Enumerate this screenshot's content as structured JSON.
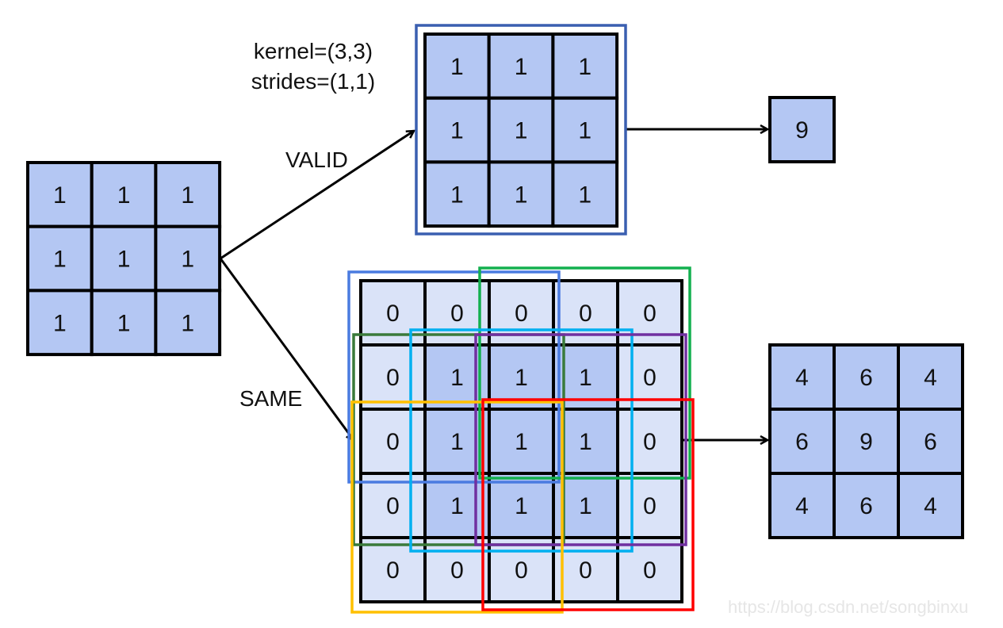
{
  "labels": {
    "kernel": "kernel=(3,3)",
    "strides": "strides=(1,1)",
    "valid": "VALID",
    "same": "SAME"
  },
  "input_matrix": [
    [
      1,
      1,
      1
    ],
    [
      1,
      1,
      1
    ],
    [
      1,
      1,
      1
    ]
  ],
  "kernel_matrix": [
    [
      1,
      1,
      1
    ],
    [
      1,
      1,
      1
    ],
    [
      1,
      1,
      1
    ]
  ],
  "valid_output": [
    [
      9
    ]
  ],
  "padded_matrix": [
    [
      0,
      0,
      0,
      0,
      0
    ],
    [
      0,
      1,
      1,
      1,
      0
    ],
    [
      0,
      1,
      1,
      1,
      0
    ],
    [
      0,
      1,
      1,
      1,
      0
    ],
    [
      0,
      0,
      0,
      0,
      0
    ]
  ],
  "same_output": [
    [
      4,
      6,
      4
    ],
    [
      6,
      9,
      6
    ],
    [
      4,
      6,
      4
    ]
  ],
  "windows": [
    {
      "name": "window-top-left",
      "color": "#4a7be0",
      "row": 0,
      "col": 0
    },
    {
      "name": "window-top-right",
      "color": "#13b04f",
      "row": 0,
      "col": 2
    },
    {
      "name": "window-middle-left",
      "color": "#3a7a3a",
      "row": 1,
      "col": 0
    },
    {
      "name": "window-center",
      "color": "#00b0f0",
      "row": 1,
      "col": 1
    },
    {
      "name": "window-middle-right",
      "color": "#7030a0",
      "row": 1,
      "col": 2
    },
    {
      "name": "window-bottom-left",
      "color": "#ffc000",
      "row": 2,
      "col": 0
    },
    {
      "name": "window-bottom-right",
      "color": "#ff0000",
      "row": 2,
      "col": 2
    }
  ],
  "colors": {
    "cell_fill": "#b4c7f3",
    "pad_fill": "#dae3f8",
    "kernel_frame": "#3a5fb0",
    "grid_stroke": "#000000"
  },
  "watermark": "https://blog.csdn.net/songbinxu"
}
